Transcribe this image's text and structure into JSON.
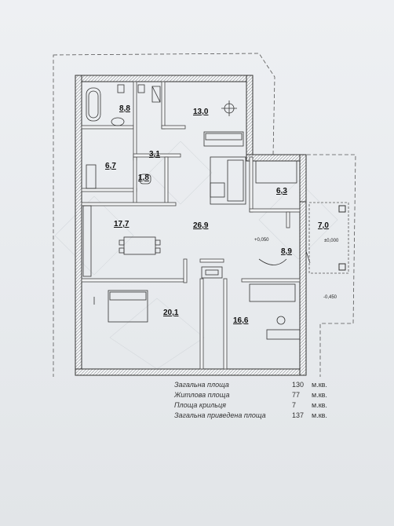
{
  "rooms": [
    {
      "label": "8,8"
    },
    {
      "label": "13,0"
    },
    {
      "label": "6,7"
    },
    {
      "label": "3,1"
    },
    {
      "label": "1,8"
    },
    {
      "label": "6,3"
    },
    {
      "label": "7,0"
    },
    {
      "label": "17,7"
    },
    {
      "label": "26,9"
    },
    {
      "label": "8,9"
    },
    {
      "label": "20,1"
    },
    {
      "label": "16,6"
    }
  ],
  "levels": {
    "floor": "+0,050",
    "porch": "±0,000",
    "ground": "-0,450"
  },
  "summary": [
    {
      "label": "Загальна площа",
      "value": "130",
      "unit": "м.кв."
    },
    {
      "label": "Житлова площа",
      "value": "77",
      "unit": "м.кв."
    },
    {
      "label": "Площа крильця",
      "value": "7",
      "unit": "м.кв."
    },
    {
      "label": "Загальна приведена площа",
      "value": "137",
      "unit": "м.кв."
    }
  ]
}
